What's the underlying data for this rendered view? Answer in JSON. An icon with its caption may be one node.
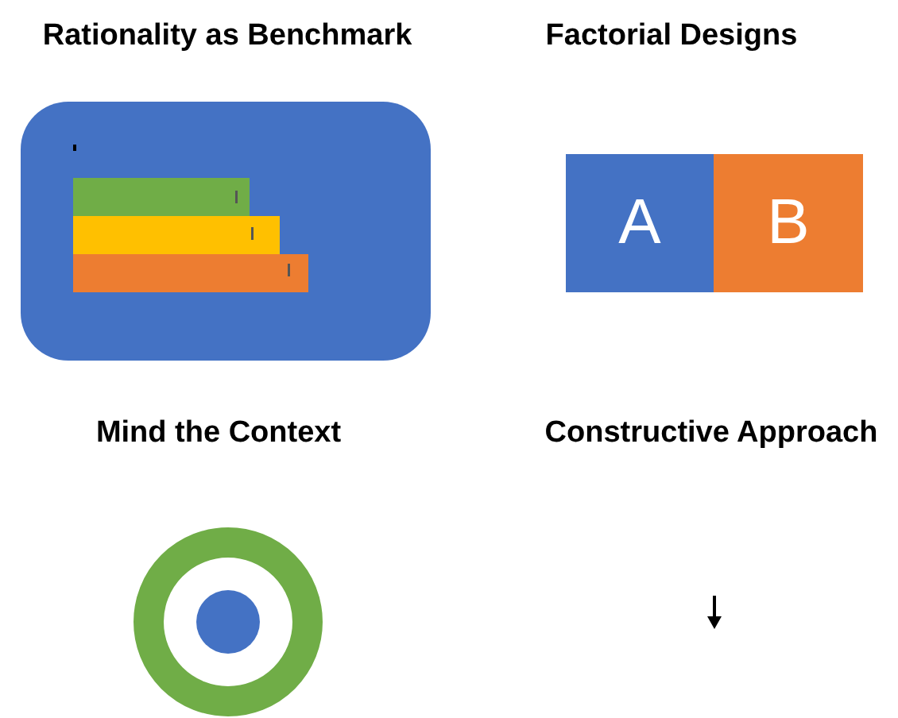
{
  "diagram": {
    "nodes": [
      {
        "text": [
          "A"
        ]
      },
      {
        "text": [
          "B"
        ]
      }
    ],
    "labels": [
      "Rationality as Benchmark",
      "Factorial Designs",
      "Mind the Context",
      "Constructive Approach"
    ]
  }
}
